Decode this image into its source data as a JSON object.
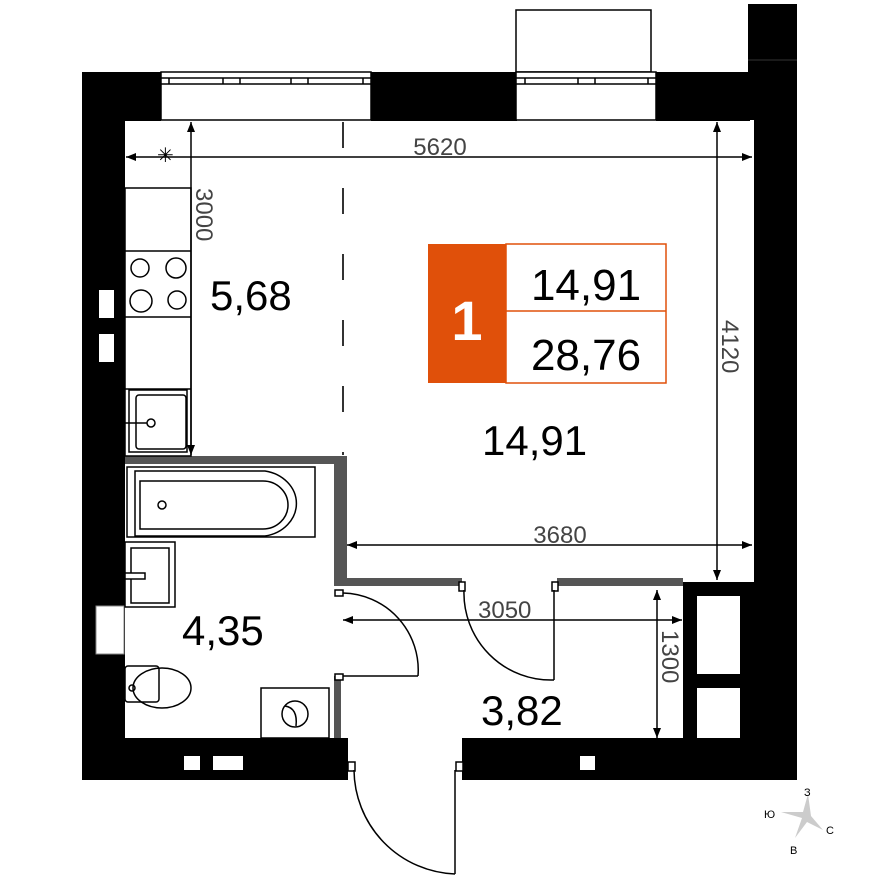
{
  "plan": {
    "type": "apartment-floor-plan",
    "rooms_count_badge": "1",
    "living_area": "14,91",
    "total_area": "28,76",
    "accent_color": "#e0500a"
  },
  "rooms": {
    "kitchen": {
      "area": "5,68"
    },
    "living_room": {
      "area": "14,91"
    },
    "bathroom": {
      "area": "4,35"
    },
    "hallway": {
      "area": "3,82"
    }
  },
  "dimensions": {
    "total_width": "5620",
    "kitchen_depth": "3000",
    "room_height": "4120",
    "room_width": "3680",
    "hallway_width": "3050",
    "hallway_depth": "1300"
  },
  "compass": {
    "north_label": "З",
    "south_label": "В",
    "west_label": "Ю",
    "east_label": "С"
  }
}
